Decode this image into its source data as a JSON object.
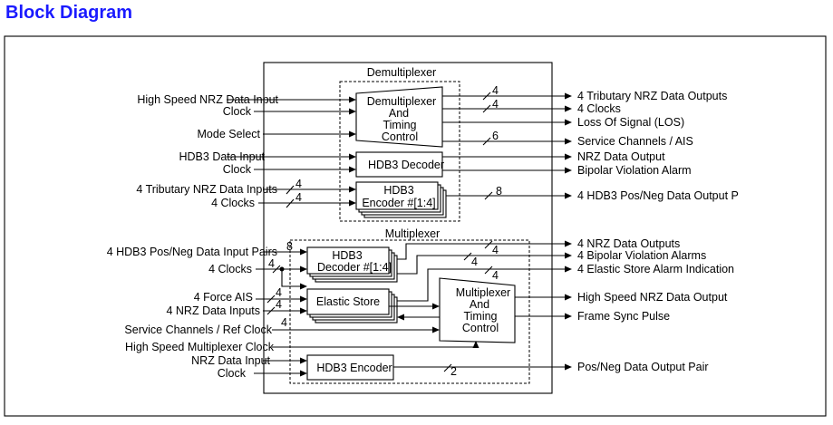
{
  "title": "Block Diagram",
  "demux": {
    "group": "Demultiplexer",
    "block": [
      "Demultiplexer",
      "And",
      "Timing",
      "Control"
    ],
    "decoder": "HDB3 Decoder",
    "encoder": [
      "HDB3",
      "Encoder #[1:4]"
    ],
    "inputs": [
      "High Speed NRZ Data Input",
      "Clock",
      "Mode Select",
      "HDB3 Data Input",
      "Clock",
      "4 Tributary NRZ Data Inputs",
      "4 Clocks"
    ],
    "outputs": [
      "4 Tributary NRZ Data Outputs",
      "4 Clocks",
      "Loss Of Signal (LOS)",
      "Service Channels / AIS",
      "NRZ Data Output",
      "Bipolar Violation Alarm",
      "4 HDB3 Pos/Neg Data Output P"
    ],
    "bus": {
      "in_trib": "4",
      "in_clk": "4",
      "out_trib": "4",
      "out_clk": "4",
      "out_svc": "6",
      "out_enc": "8"
    }
  },
  "mux": {
    "group": "Multiplexer",
    "decoder": [
      "HDB3",
      "Decoder #[1:4]"
    ],
    "elastic": "Elastic Store",
    "block": [
      "Multiplexer",
      "And",
      "Timing",
      "Control"
    ],
    "encoder": "HDB3 Encoder",
    "inputs": [
      "4 HDB3 Pos/Neg Data Input Pairs",
      "4 Clocks",
      "4 Force AIS",
      "4 NRZ Data Inputs",
      "Service Channels / Ref Clock",
      "High Speed Multiplexer Clock",
      "NRZ Data Input",
      "Clock"
    ],
    "outputs": [
      "4 NRZ Data Outputs",
      "4 Bipolar Violation Alarms",
      "4 Elastic Store Alarm Indication",
      "High Speed NRZ Data Output",
      "Frame Sync Pulse",
      "Pos/Neg Data Output Pair"
    ],
    "bus": {
      "in_pairs": "8",
      "in_clk": "4",
      "in_ais": "4",
      "in_nrz": "4",
      "in_svc": "4",
      "out_nrz": "4",
      "out_bpv": "4",
      "out_es": "4",
      "out_enc": "2"
    }
  }
}
